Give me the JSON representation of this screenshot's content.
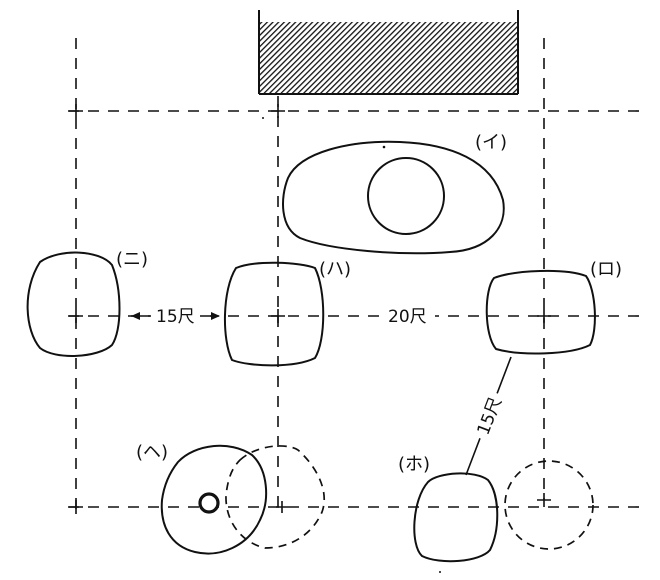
{
  "labels": {
    "i": "(イ)",
    "ro": "(ロ)",
    "ha": "(ハ)",
    "ni": "(ニ)",
    "ho": "(ホ)",
    "he": "(ヘ)"
  },
  "dimensions": {
    "ni_ha": "15尺",
    "ha_ro": "20尺",
    "ro_ho": "15尺"
  }
}
